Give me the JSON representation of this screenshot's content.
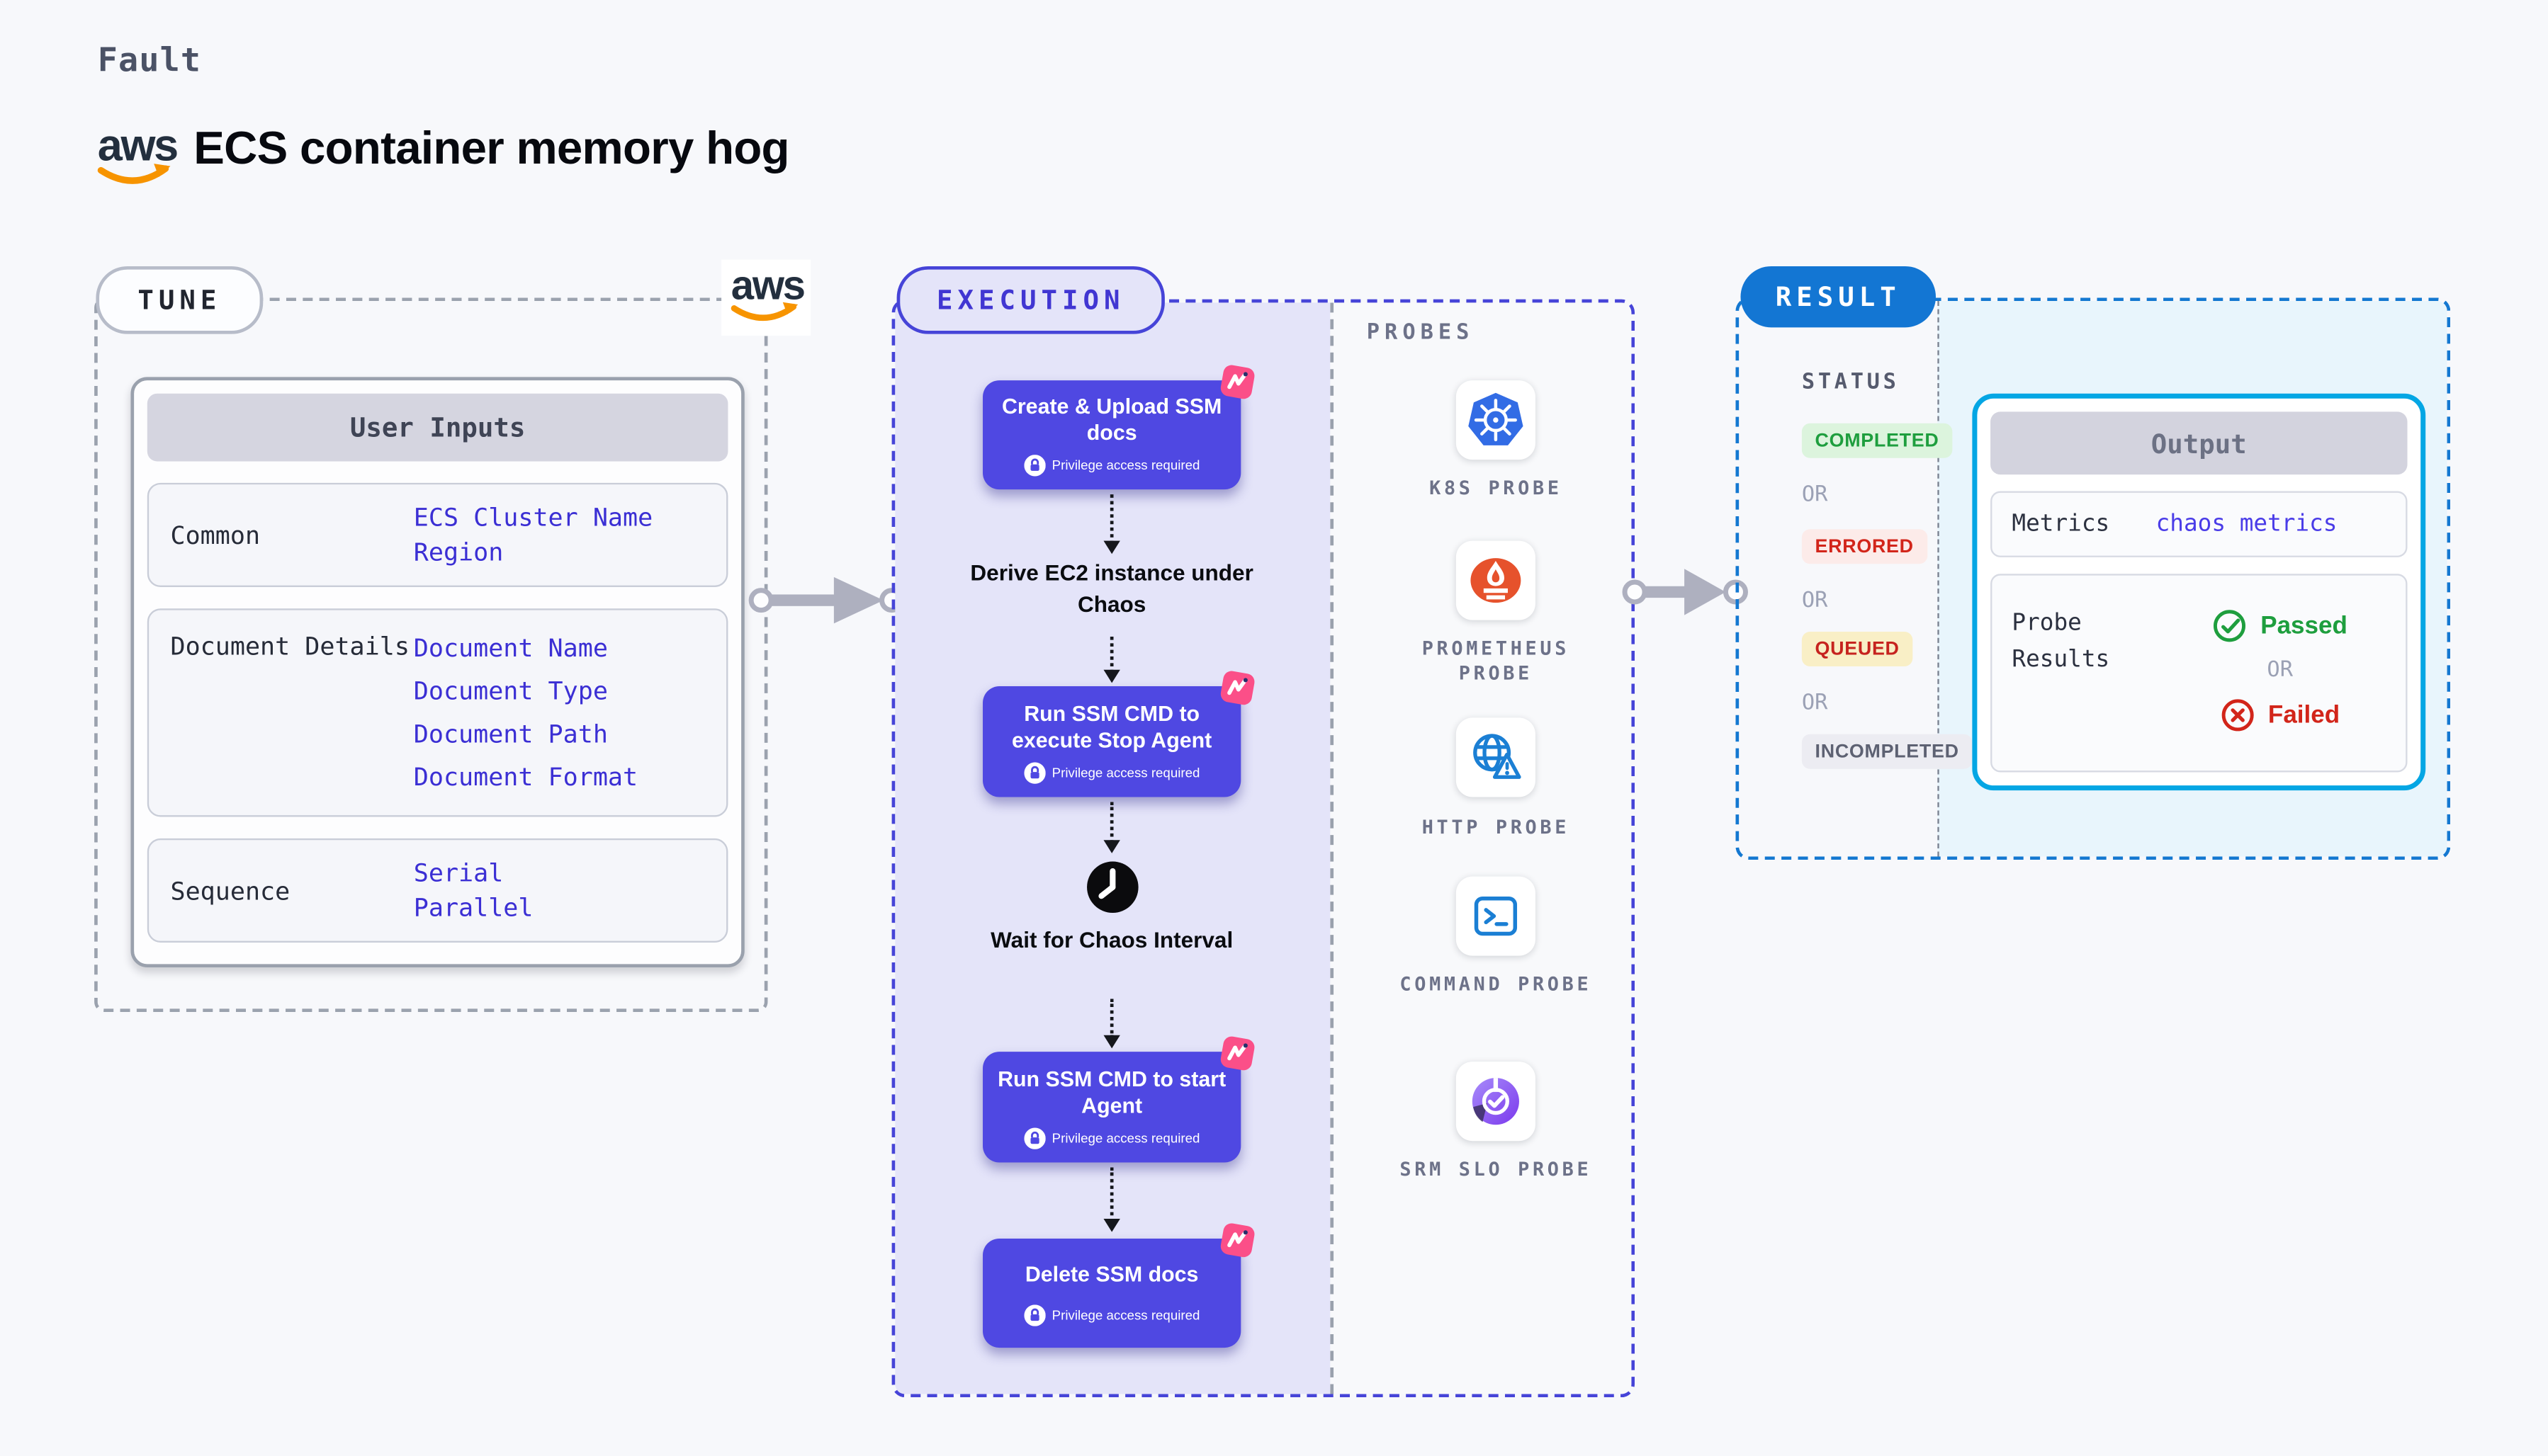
{
  "header": {
    "kind_label": "Fault",
    "title": "ECS container memory hog",
    "brand": "aws"
  },
  "tune": {
    "badge": "TUNE",
    "table": {
      "title": "User Inputs",
      "rows": [
        {
          "label": "Common",
          "values": [
            "ECS Cluster Name",
            "Region"
          ]
        },
        {
          "label": "Document Details",
          "values": [
            "Document Name",
            "Document Type",
            "Document Path",
            "Document Format"
          ]
        },
        {
          "label": "Sequence",
          "values": [
            "Serial",
            "Parallel"
          ]
        }
      ]
    }
  },
  "execution": {
    "badge": "EXECUTION",
    "privilege_note": "Privilege access required",
    "steps": [
      {
        "type": "action",
        "title": "Create & Upload SSM docs"
      },
      {
        "type": "label",
        "title": "Derive EC2 instance under Chaos"
      },
      {
        "type": "action",
        "title": "Run SSM CMD to execute Stop Agent"
      },
      {
        "type": "wait",
        "title": "Wait for Chaos Interval"
      },
      {
        "type": "action",
        "title": "Run SSM CMD to start Agent"
      },
      {
        "type": "action",
        "title": "Delete SSM docs"
      }
    ],
    "probes": {
      "title": "PROBES",
      "items": [
        {
          "icon": "kubernetes-icon",
          "label": "K8S PROBE"
        },
        {
          "icon": "prometheus-icon",
          "label": "PROMETHEUS PROBE"
        },
        {
          "icon": "http-globe-icon",
          "label": "HTTP PROBE"
        },
        {
          "icon": "command-terminal-icon",
          "label": "COMMAND PROBE"
        },
        {
          "icon": "srm-slo-icon",
          "label": "SRM SLO PROBE"
        }
      ]
    }
  },
  "result": {
    "badge": "RESULT",
    "status": {
      "title": "STATUS",
      "separator": "OR",
      "items": [
        {
          "label": "COMPLETED",
          "fg": "#1e9e3e",
          "bg": "#dcf4dd"
        },
        {
          "label": "ERRORED",
          "fg": "#d2251a",
          "bg": "#fcebe9"
        },
        {
          "label": "QUEUED",
          "fg": "#c6231e",
          "bg": "#f9efc6"
        },
        {
          "label": "INCOMPLETED",
          "fg": "#5d6172",
          "bg": "#ececf2"
        }
      ]
    },
    "output": {
      "title": "Output",
      "metrics_label": "Metrics",
      "metrics_value": "chaos metrics",
      "probe_label": "Probe Results",
      "passed": "Passed",
      "or": "OR",
      "failed": "Failed"
    }
  },
  "colors": {
    "accent_indigo": "#4f48e2",
    "accent_blue": "#1376d3",
    "accent_cyan": "#04a6e4",
    "chaos_pink": "#fb4f88",
    "aws_orange": "#f79400"
  }
}
